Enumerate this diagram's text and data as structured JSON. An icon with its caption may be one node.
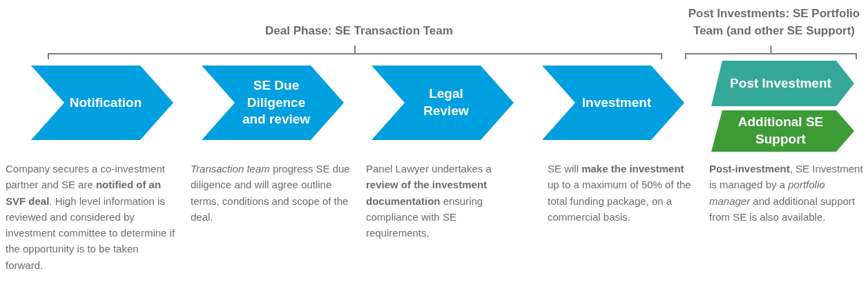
{
  "diagram": {
    "nodes": [
      {
        "text": [
          "Notification"
        ],
        "beside": [
          "Company secures a co-investment partner and SE are **notified of an SVF deal**. High level information is reviewed and considered by investment committee to determine if the opportunity is to be taken forward."
        ]
      },
      {
        "text": [
          "SE Due Diligence and review"
        ],
        "beside": [
          "*Transaction team* progress SE due diligence and will agree outline terms, conditions and scope of the deal."
        ]
      },
      {
        "text": [
          "Legal Review"
        ],
        "beside": [
          "Panel Lawyer undertakes a **review of the investment documentation** ensuring compliance with SE requirements."
        ]
      },
      {
        "text": [
          "Investment"
        ],
        "beside": [
          "SE will **make the investment** up to a maximum of 50% of the total funding package, on a commercial basis."
        ]
      },
      {
        "text": [
          "Post Investment"
        ]
      },
      {
        "text": [
          "Additional SE Support"
        ]
      }
    ],
    "labels": [
      "Post Investments: SE Portfolio Team (and other SE Support)",
      "Deal Phase: SE Transaction Team",
      "**Post-investment**, SE Investment is managed by a *portfolio manager* and additional support from SE is also available."
    ]
  }
}
